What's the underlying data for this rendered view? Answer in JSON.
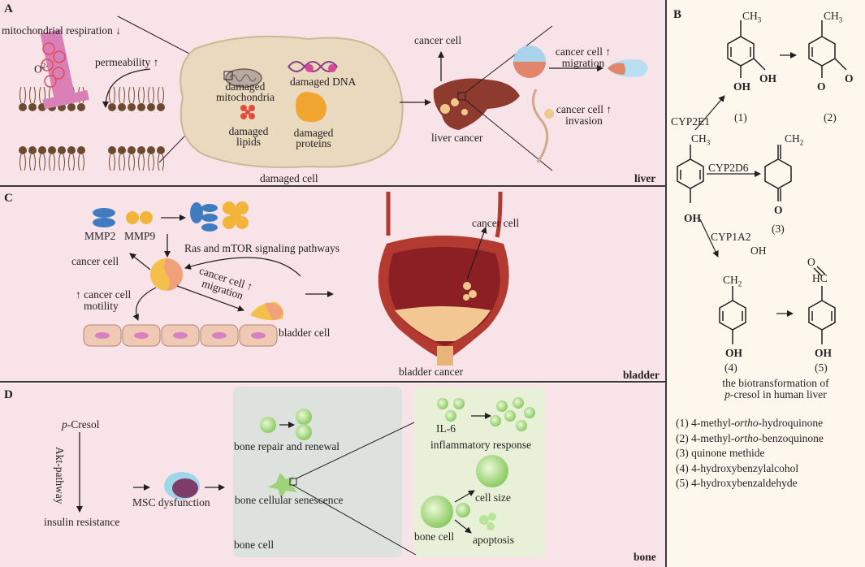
{
  "panel_labels": {
    "a": "A",
    "b": "B",
    "c": "C",
    "d": "D"
  },
  "panel_a": {
    "mito_resp": "mitochondrial respiration",
    "o2": "O",
    "o2_sup": "2-",
    "permeability": "permeability",
    "damaged_mito": "damaged mitochondria",
    "damaged_dna": "damaged DNA",
    "damaged_lipids": "damaged lipids",
    "damaged_proteins": "damaged proteins",
    "damaged_cell": "damaged cell",
    "cancer_cell": "cancer cell",
    "liver_cancer": "liver cancer",
    "migration_line1": "cancer cell",
    "migration_line2": "migration",
    "invasion_line1": "cancer cell",
    "invasion_line2": "invasion",
    "organ": "liver"
  },
  "panel_c": {
    "mmp2": "MMP2",
    "mmp9": "MMP9",
    "pathways": "Ras and mTOR signaling pathways",
    "cancer_cell_left": "cancer cell",
    "motility_line1": "cancer cell",
    "motility_line2": "motility",
    "migration_line1": "cancer cell",
    "migration_line2": "migration",
    "bladder_cell": "bladder cell",
    "cancer_cell_right": "cancer cell",
    "bladder_cancer": "bladder cancer",
    "organ": "bladder"
  },
  "panel_d": {
    "cresol_prefix": "p",
    "cresol_rest": "-Cresol",
    "akt": "Akt-pathway",
    "insulin": "insulin resistance",
    "msc": "MSC dysfunction",
    "repair": "bone repair and renewal",
    "senescence": "bone cellular senescence",
    "bone_cell_box": "bone cell",
    "il6": "IL-6",
    "inflammatory": "inflammatory response",
    "cell_size": "cell size",
    "bone_cell_inner": "bone cell",
    "apoptosis": "apoptosis",
    "organ": "bone"
  },
  "panel_b": {
    "ch3": "CH",
    "sub3": "3",
    "ch2": "CH",
    "sub2": "2",
    "oh": "OH",
    "o": "O",
    "hc": "HC",
    "enz1": "CYP2E1",
    "enz2": "CYP2D6",
    "enz3": "CYP1A2",
    "n1": "(1)",
    "n2": "(2)",
    "n3": "(3)",
    "n4": "(4)",
    "n5": "(5)",
    "caption_line1": "the biotransformation of",
    "caption_p": "p",
    "caption_line2_rest": "-cresol in human liver",
    "legend": [
      {
        "pre": "(1) 4-methyl-",
        "em": "ortho",
        "post": "-hydroquinone"
      },
      {
        "pre": "(2) 4-methyl-",
        "em": "ortho",
        "post": "-benzoquinone"
      },
      {
        "pre": "(3) quinone methide",
        "em": "",
        "post": ""
      },
      {
        "pre": "(4) 4-hydroxybenzylalcohol",
        "em": "",
        "post": ""
      },
      {
        "pre": "(5) 4-hydroxybenzaldehyde",
        "em": "",
        "post": ""
      }
    ]
  },
  "colors": {
    "panel_bg": "#f7e3e8",
    "panel_b_bg": "#fdf7ee",
    "cell_bg": "#e8d9bf",
    "membrane": "#6b4a2f",
    "mmp2_blue": "#3e7bbf",
    "mmp9_yellow": "#f2b53a",
    "liver": "#8f3a2e",
    "bladder": "#b23a30",
    "bone_box_gray": "#dde2de",
    "bone_box_green": "#e9f0d8",
    "bone_cell_green": "#9ed37a"
  }
}
